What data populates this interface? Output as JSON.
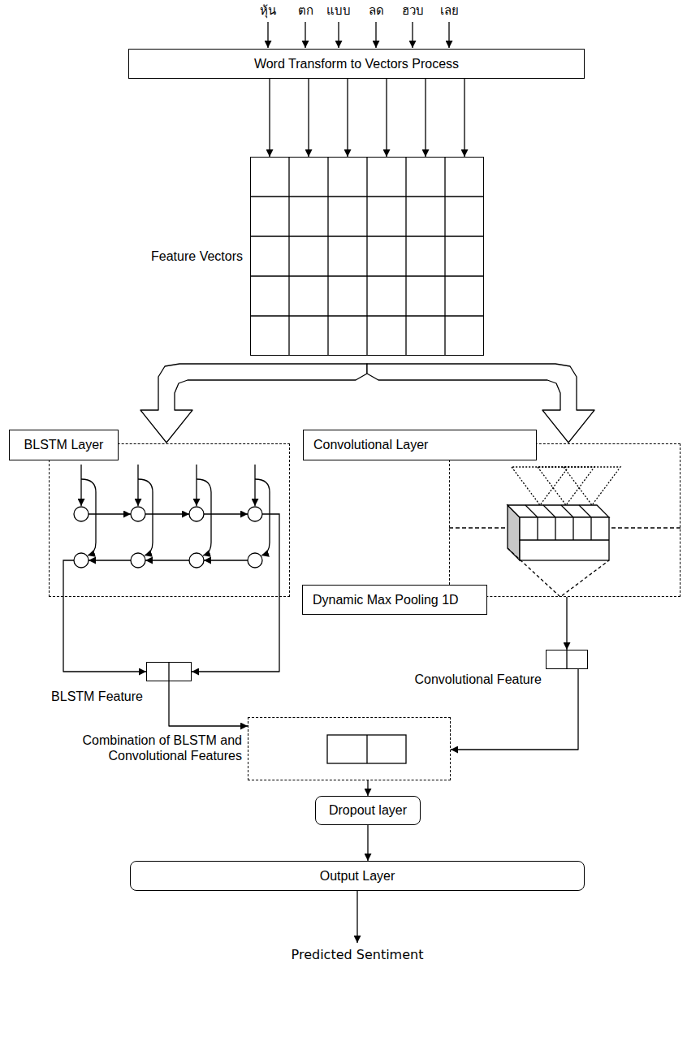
{
  "diagram": {
    "nodes": [
      {
        "text": [
          "Word Transform to Vectors Process"
        ]
      },
      {
        "text": [
          "Feature Vectors"
        ]
      },
      {
        "text": [
          "BLSTM Layer"
        ]
      },
      {
        "text": [
          "Convolutional Layer"
        ]
      },
      {
        "text": [
          "Dynamic Max Pooling 1D"
        ]
      },
      {
        "text": [
          "BLSTM Feature"
        ]
      },
      {
        "text": [
          "Convolutional Feature"
        ]
      },
      {
        "text": [
          "Combination of BLSTM and Convolutional Features"
        ]
      },
      {
        "text": [
          "Dropout layer"
        ]
      },
      {
        "text": [
          "Output Layer"
        ]
      }
    ],
    "edges": [
      {
        "from": 0,
        "to": 1,
        "arrow": "to"
      },
      {
        "from": 0,
        "to": 1,
        "arrow": "to"
      },
      {
        "from": 0,
        "to": 1,
        "arrow": "to"
      },
      {
        "from": 0,
        "to": 1,
        "arrow": "to"
      },
      {
        "from": 0,
        "to": 1,
        "arrow": "to"
      },
      {
        "from": 0,
        "to": 1,
        "arrow": "to"
      },
      {
        "from": 1,
        "to": 2,
        "arrow": "to"
      },
      {
        "from": 1,
        "to": 3,
        "arrow": "to"
      },
      {
        "from": 2,
        "to": 5,
        "arrow": "to"
      },
      {
        "from": 2,
        "to": 5,
        "arrow": "to"
      },
      {
        "from": 3,
        "to": 6,
        "arrow": "to"
      },
      {
        "from": 5,
        "to": 7,
        "arrow": "to"
      },
      {
        "from": 6,
        "to": 7,
        "arrow": "to"
      },
      {
        "from": 7,
        "to": 8,
        "arrow": "to"
      },
      {
        "from": 8,
        "to": 9,
        "arrow": "to"
      }
    ],
    "labels": [
      "หุ้น",
      "ตก",
      "แบบ",
      "ลด",
      "ฮวบ",
      "เลย",
      "Predicted Sentiment"
    ]
  }
}
